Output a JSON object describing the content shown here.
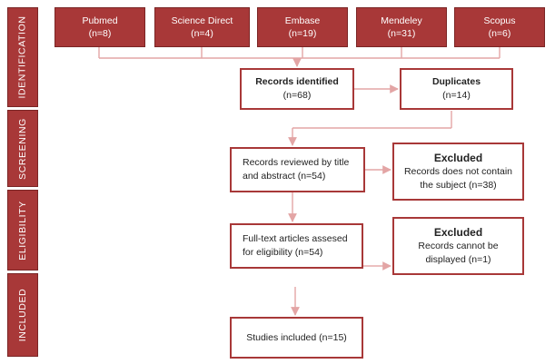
{
  "colors": {
    "accent": "#a83838",
    "connector": "#e3a5a5",
    "text": "#222222"
  },
  "phases": [
    {
      "label": "IDENTIFICATION"
    },
    {
      "label": "SCREENING"
    },
    {
      "label": "ELIGIBILITY"
    },
    {
      "label": "INCLUDED"
    }
  ],
  "sources": [
    {
      "name": "Pubmed",
      "count": "(n=8)"
    },
    {
      "name": "Science Direct",
      "count": "(n=4)"
    },
    {
      "name": "Embase",
      "count": "(n=19)"
    },
    {
      "name": "Mendeley",
      "count": "(n=31)"
    },
    {
      "name": "Scopus",
      "count": "(n=6)"
    }
  ],
  "identified": {
    "title": "Records identified",
    "count": "(n=68)"
  },
  "duplicates": {
    "title": "Duplicates",
    "count": "(n=14)"
  },
  "screened": {
    "line1": "Records reviewed by title",
    "line2": "and abstract (n=54)"
  },
  "excluded1": {
    "title": "Excluded",
    "line1": "Records does not contain",
    "line2": "the subject (n=38)"
  },
  "fulltext": {
    "line1": "Full-text articles assesed",
    "line2": "for eligibility (n=54)"
  },
  "excluded2": {
    "title": "Excluded",
    "line1": "Records cannot be",
    "line2": "displayed (n=1)"
  },
  "included": {
    "text": "Studies included (n=15)"
  }
}
